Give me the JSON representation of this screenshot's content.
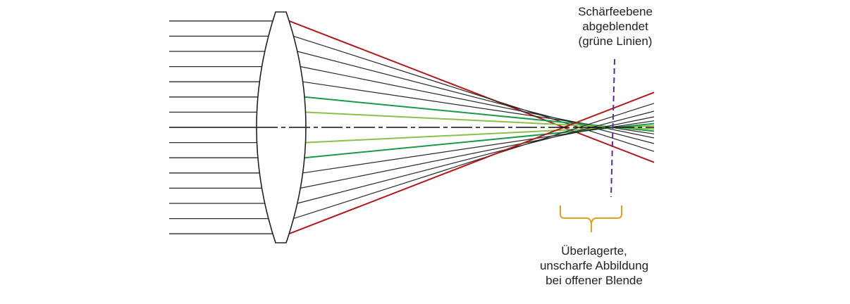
{
  "labels": {
    "focal_plane": [
      "Schärfeebene",
      "abgeblendet",
      "(grüne Linien)"
    ],
    "blur": [
      "Überlagerte,",
      "unscharfe Abbildung",
      "bei offener Blende"
    ]
  },
  "colors": {
    "ray": "#2a2a2a",
    "marginal_ray": "#b01a1a",
    "green_ray": "#1a9a4a",
    "light_green_ray": "#8cc04a",
    "focal_plane": "#5a2d91",
    "brace": "#e0a020"
  },
  "rays": {
    "heights": [
      7,
      6,
      5,
      4,
      3,
      2,
      1,
      -1,
      -2,
      -3,
      -4,
      -5,
      -6,
      -7
    ],
    "types": [
      "marginal",
      "ray",
      "ray",
      "ray",
      "ray",
      "green",
      "light",
      "light",
      "green",
      "ray",
      "ray",
      "ray",
      "ray",
      "marginal"
    ]
  }
}
